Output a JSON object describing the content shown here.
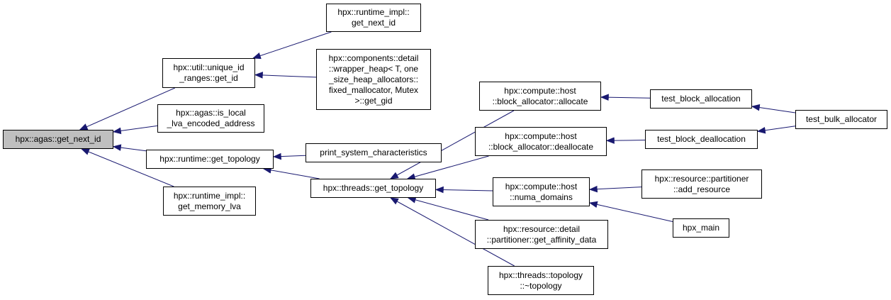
{
  "colors": {
    "edge": "#191970",
    "node_border": "#000000",
    "root_fill": "#bfbfbf",
    "node_fill": "#ffffff"
  },
  "nodes": [
    {
      "id": "n0",
      "lines": [
        "hpx::agas::get_next_id"
      ],
      "root": true
    },
    {
      "id": "n1",
      "lines": [
        "hpx::util::unique_id",
        "_ranges::get_id"
      ]
    },
    {
      "id": "n2",
      "lines": [
        "hpx::agas::is_local",
        "_lva_encoded_address"
      ]
    },
    {
      "id": "n3",
      "lines": [
        "hpx::runtime::get_topology"
      ]
    },
    {
      "id": "n4",
      "lines": [
        "hpx::runtime_impl::",
        "get_memory_lva"
      ]
    },
    {
      "id": "n5",
      "lines": [
        "hpx::runtime_impl::",
        "get_next_id"
      ]
    },
    {
      "id": "n6",
      "lines": [
        "hpx::components::detail",
        "::wrapper_heap< T, one",
        "_size_heap_allocators::",
        "fixed_mallocator, Mutex",
        ">::get_gid"
      ]
    },
    {
      "id": "n7",
      "lines": [
        "print_system_characteristics"
      ]
    },
    {
      "id": "n8",
      "lines": [
        "hpx::threads::get_topology"
      ]
    },
    {
      "id": "n9",
      "lines": [
        "hpx::compute::host",
        "::block_allocator::allocate"
      ]
    },
    {
      "id": "n10",
      "lines": [
        "hpx::compute::host",
        "::block_allocator::deallocate"
      ]
    },
    {
      "id": "n11",
      "lines": [
        "hpx::compute::host",
        "::numa_domains"
      ]
    },
    {
      "id": "n12",
      "lines": [
        "hpx::resource::detail",
        "::partitioner::get_affinity_data"
      ]
    },
    {
      "id": "n13",
      "lines": [
        "hpx::threads::topology",
        "::~topology"
      ]
    },
    {
      "id": "n14",
      "lines": [
        "test_block_allocation"
      ]
    },
    {
      "id": "n15",
      "lines": [
        "test_block_deallocation"
      ]
    },
    {
      "id": "n16",
      "lines": [
        "hpx::resource::partitioner",
        "::add_resource"
      ]
    },
    {
      "id": "n17",
      "lines": [
        "hpx_main"
      ]
    },
    {
      "id": "n18",
      "lines": [
        "test_bulk_allocator"
      ]
    }
  ],
  "edges": [
    {
      "from": "n1",
      "to": "n0"
    },
    {
      "from": "n2",
      "to": "n0"
    },
    {
      "from": "n3",
      "to": "n0"
    },
    {
      "from": "n4",
      "to": "n0"
    },
    {
      "from": "n5",
      "to": "n1"
    },
    {
      "from": "n6",
      "to": "n1"
    },
    {
      "from": "n7",
      "to": "n3"
    },
    {
      "from": "n8",
      "to": "n3"
    },
    {
      "from": "n9",
      "to": "n8"
    },
    {
      "from": "n10",
      "to": "n8"
    },
    {
      "from": "n11",
      "to": "n8"
    },
    {
      "from": "n12",
      "to": "n8"
    },
    {
      "from": "n13",
      "to": "n8"
    },
    {
      "from": "n14",
      "to": "n9"
    },
    {
      "from": "n15",
      "to": "n10"
    },
    {
      "from": "n16",
      "to": "n11"
    },
    {
      "from": "n17",
      "to": "n11"
    },
    {
      "from": "n18",
      "to": "n14"
    },
    {
      "from": "n18",
      "to": "n15"
    }
  ]
}
